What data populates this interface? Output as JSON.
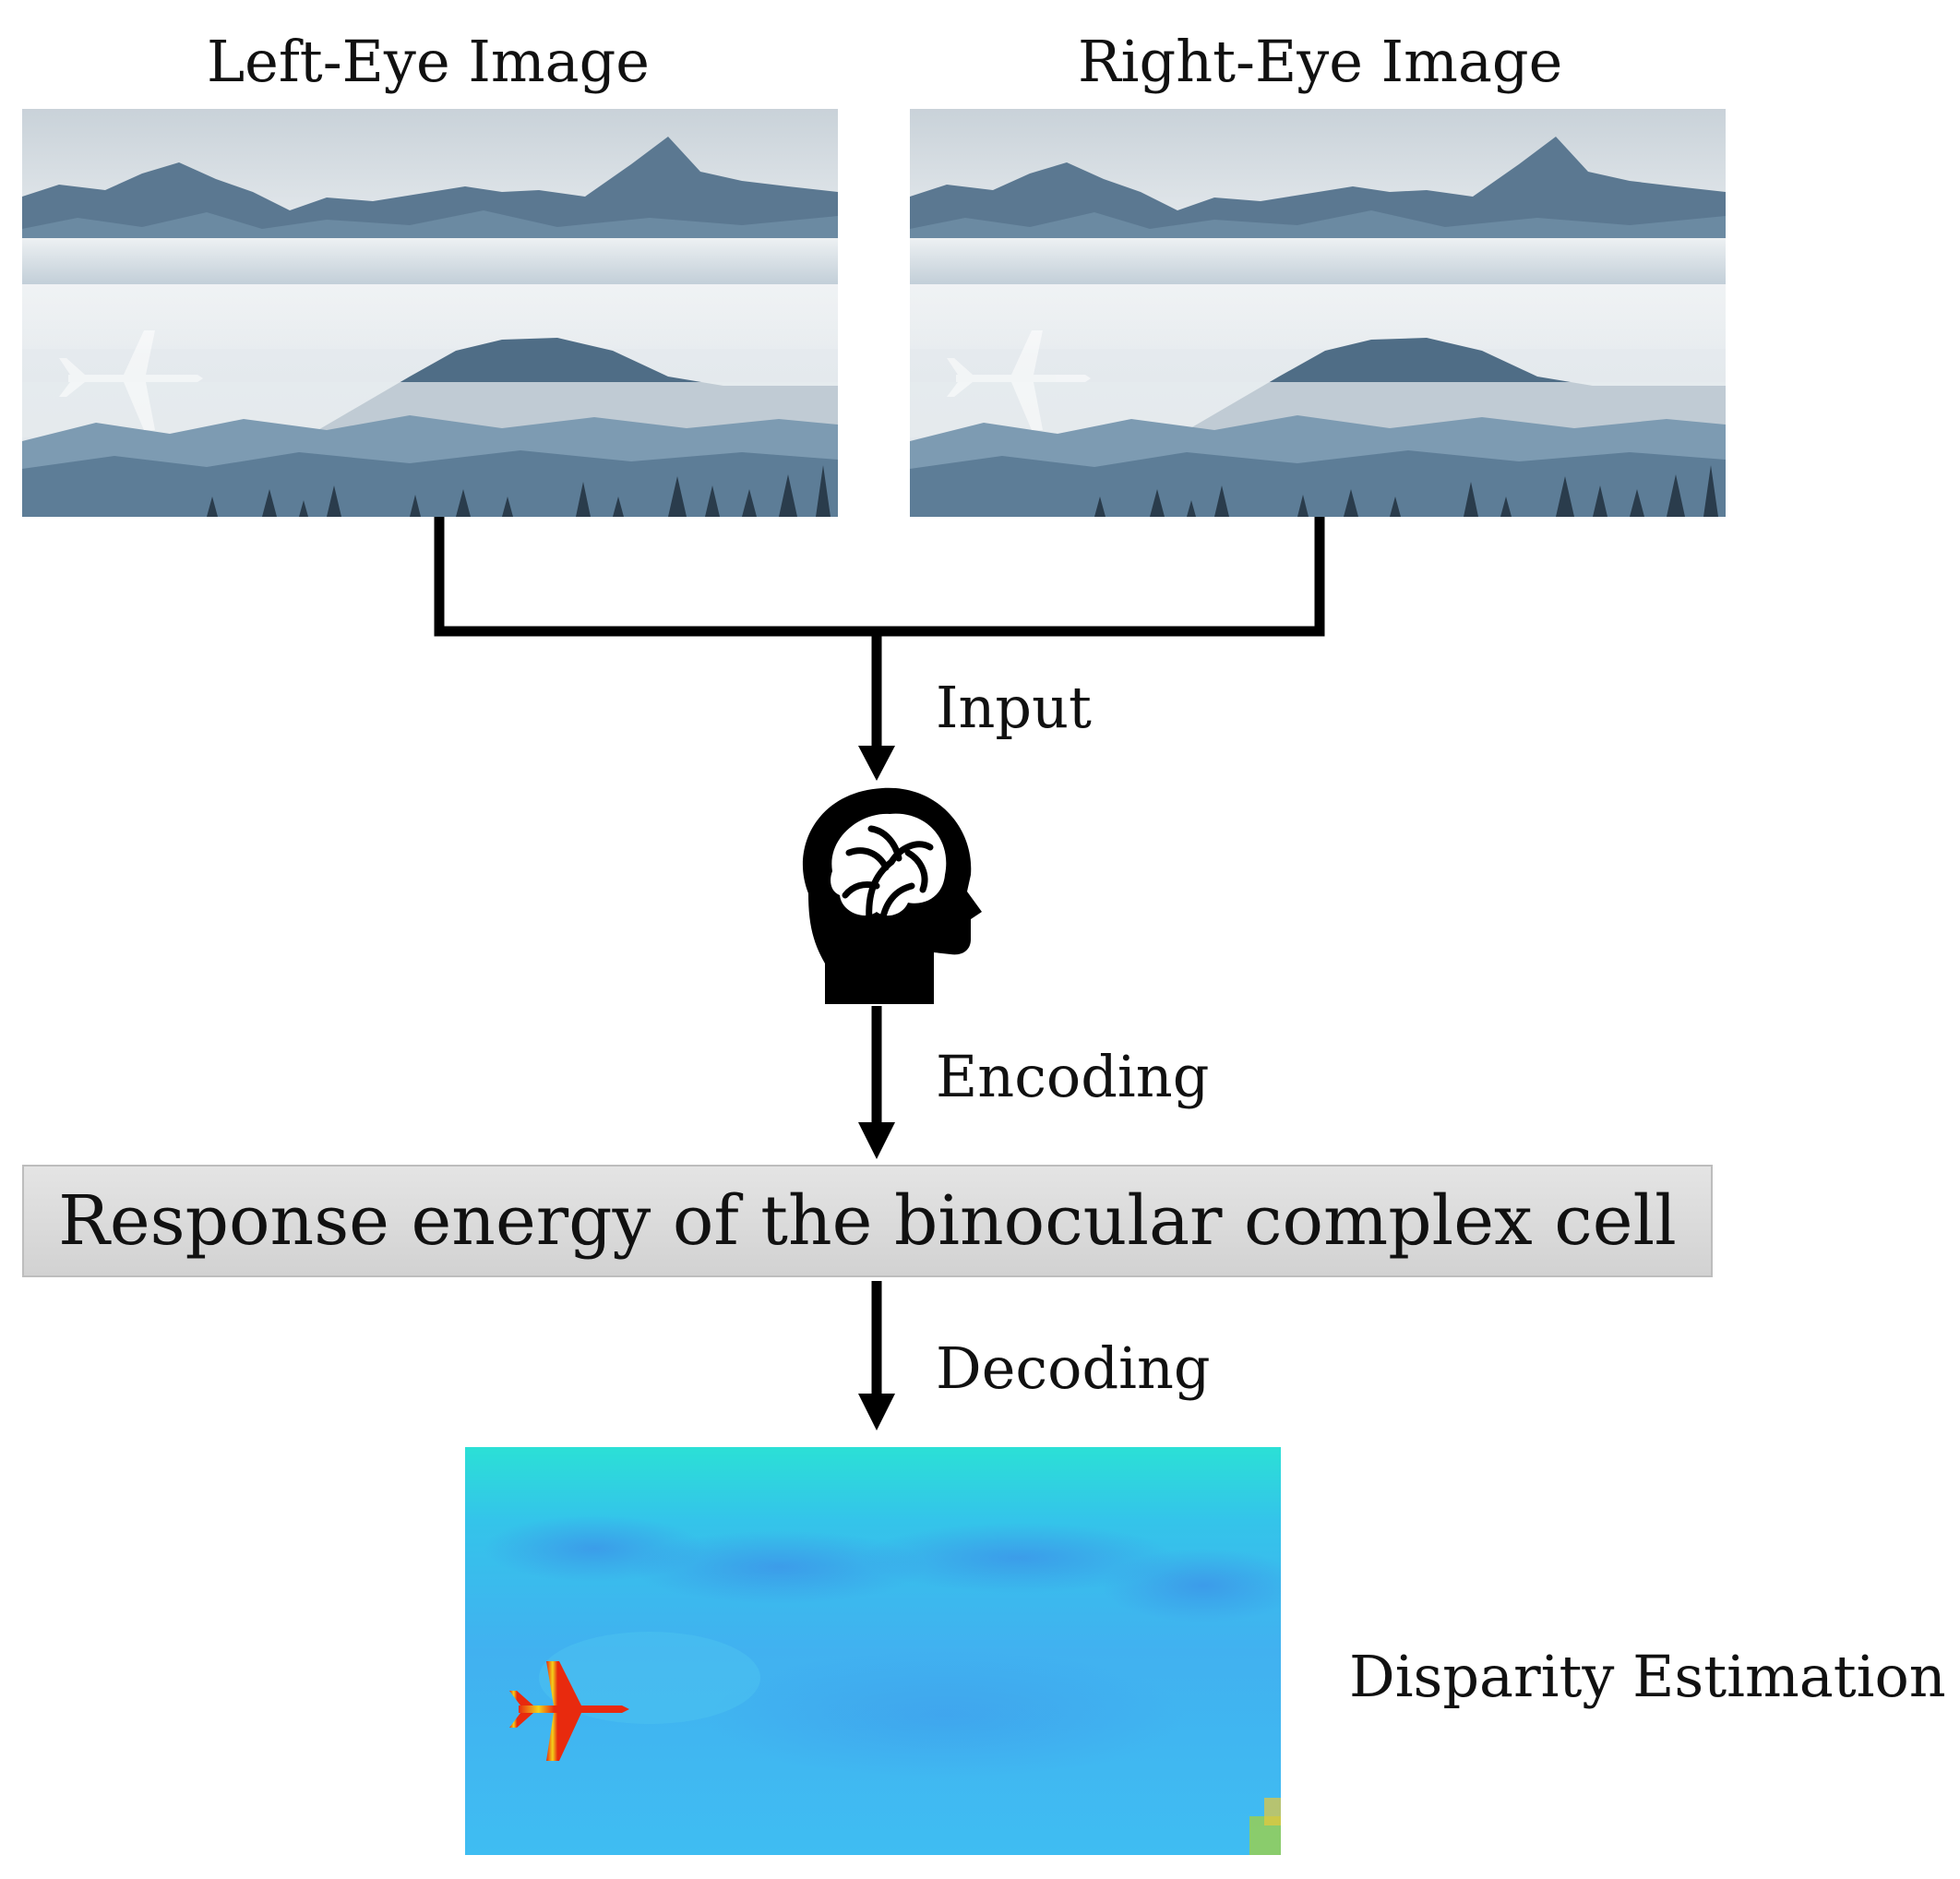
{
  "diagram": {
    "left_image": {
      "caption": "Left-Eye Image"
    },
    "right_image": {
      "caption": "Right-Eye Image"
    },
    "steps": {
      "input": "Input",
      "encoding": "Encoding",
      "decoding": "Decoding"
    },
    "process_box": "Response energy of the binocular complex cell",
    "output": {
      "caption": "Disparity Estimation"
    },
    "icons": [
      "brain-head-icon",
      "airplane-icon"
    ],
    "colors": {
      "sky": "#cfd7dd",
      "mountain": "#4f6d86",
      "cloud": "#eef1f3",
      "disparity_bg": "#3fb6f0",
      "disparity_top": "#29e0d8",
      "airplane_disparity": "#e42a10",
      "line": "#000000"
    }
  }
}
